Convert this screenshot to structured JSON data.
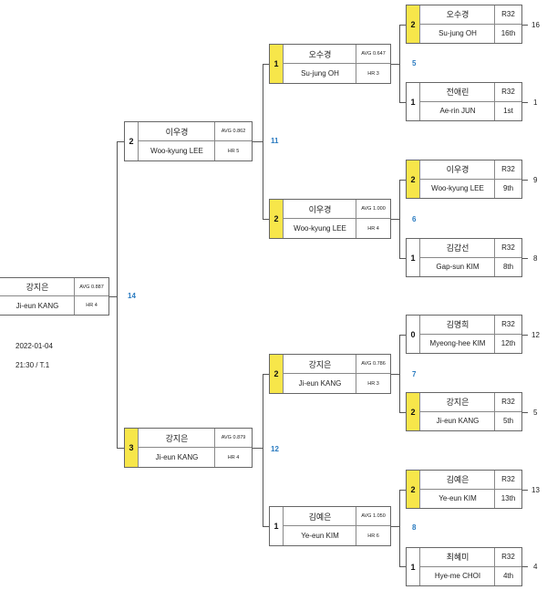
{
  "final": {
    "name_kr": "강지은",
    "name_en": "Ji-eun KANG",
    "avg": "AVG 0.887",
    "hr": "HR 4"
  },
  "match_info": {
    "date": "2022-01-04",
    "time": "21:30 / T.1"
  },
  "semifinals": [
    {
      "score": "2",
      "winner": false,
      "name_kr": "이우경",
      "name_en": "Woo-kyung LEE",
      "avg": "AVG 0.862",
      "hr": "HR 5"
    },
    {
      "score": "3",
      "winner": true,
      "name_kr": "강지은",
      "name_en": "Ji-eun KANG",
      "avg": "AVG 0.879",
      "hr": "HR 4"
    }
  ],
  "quarterfinals": [
    {
      "score": "1",
      "winner": true,
      "name_kr": "오수경",
      "name_en": "Su-jung OH",
      "avg": "AVG 0.647",
      "hr": "HR 3"
    },
    {
      "score": "2",
      "winner": true,
      "name_kr": "이우경",
      "name_en": "Woo-kyung LEE",
      "avg": "AVG 1.000",
      "hr": "HR 4"
    },
    {
      "score": "2",
      "winner": true,
      "name_kr": "강지은",
      "name_en": "Ji-eun KANG",
      "avg": "AVG 0.786",
      "hr": "HR 3"
    },
    {
      "score": "1",
      "winner": false,
      "name_kr": "김예은",
      "name_en": "Ye-eun KIM",
      "avg": "AVG 1.050",
      "hr": "HR 6"
    }
  ],
  "round_of_32": [
    {
      "score": "2",
      "winner": true,
      "name_kr": "오수경",
      "name_en": "Su-jung OH",
      "round": "R32",
      "rank": "16th",
      "seed": "16"
    },
    {
      "score": "1",
      "winner": false,
      "name_kr": "전애린",
      "name_en": "Ae-rin JUN",
      "round": "R32",
      "rank": "1st",
      "seed": "1"
    },
    {
      "score": "2",
      "winner": true,
      "name_kr": "이우경",
      "name_en": "Woo-kyung LEE",
      "round": "R32",
      "rank": "9th",
      "seed": "9"
    },
    {
      "score": "1",
      "winner": false,
      "name_kr": "김갑선",
      "name_en": "Gap-sun KIM",
      "round": "R32",
      "rank": "8th",
      "seed": "8"
    },
    {
      "score": "0",
      "winner": false,
      "name_kr": "김명희",
      "name_en": "Myeong-hee KIM",
      "round": "R32",
      "rank": "12th",
      "seed": "12"
    },
    {
      "score": "2",
      "winner": true,
      "name_kr": "강지은",
      "name_en": "Ji-eun KANG",
      "round": "R32",
      "rank": "5th",
      "seed": "5"
    },
    {
      "score": "2",
      "winner": true,
      "name_kr": "김예은",
      "name_en": "Ye-eun KIM",
      "round": "R32",
      "rank": "13th",
      "seed": "13"
    },
    {
      "score": "1",
      "winner": false,
      "name_kr": "최혜미",
      "name_en": "Hye-me CHOI",
      "round": "R32",
      "rank": "4th",
      "seed": "4"
    }
  ],
  "match_numbers": {
    "final": "14",
    "sf1": "11",
    "sf2": "12",
    "qf1": "5",
    "qf2": "6",
    "qf3": "7",
    "qf4": "8"
  },
  "colors": {
    "winner_fill": "#f7e64a",
    "match_number": "#2a7bc0",
    "line": "#555555"
  }
}
